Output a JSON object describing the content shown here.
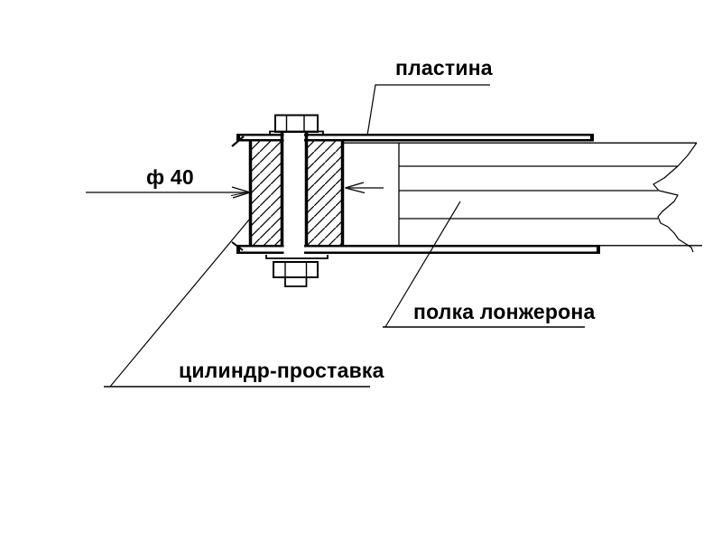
{
  "diagram": {
    "labels": {
      "plate": "пластина",
      "diameter": "ф 40",
      "spar_flange": "полка лонжерона",
      "cylinder_spacer": "цилиндр-проставка"
    },
    "colors": {
      "line": "#000000",
      "background": "#ffffff"
    }
  }
}
